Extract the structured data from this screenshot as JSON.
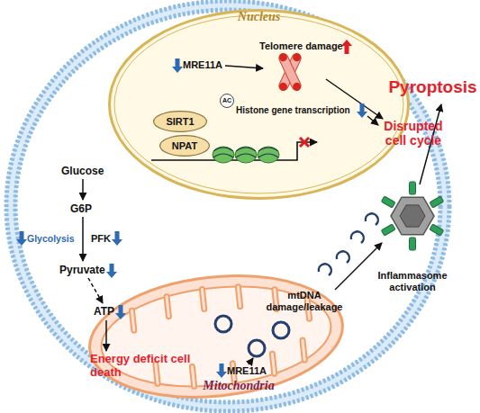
{
  "diagram": {
    "nodes": [
      {
        "text": [
          "Nucleus"
        ]
      },
      {
        "text": [
          "SIRT1"
        ],
        "in": 0
      },
      {
        "text": [
          "NPAT"
        ],
        "in": 0
      },
      {
        "text": [
          "AC"
        ],
        "in": 0
      },
      {
        "text": [
          "Mitochondria"
        ]
      },
      {
        "text": [
          "Inflammasome activation"
        ]
      }
    ],
    "labels": [
      "MRE11A",
      "Telomere damage",
      "Disrupted cell cycle",
      "Histone gene transcription",
      "Glucose",
      "G6P",
      "Glycolysis",
      "PFK",
      "Pyruvate",
      "Pyroptosis",
      "mtDNA damage/leakage",
      "ATP",
      "Energy deficit cell death",
      "MRE11A"
    ]
  }
}
